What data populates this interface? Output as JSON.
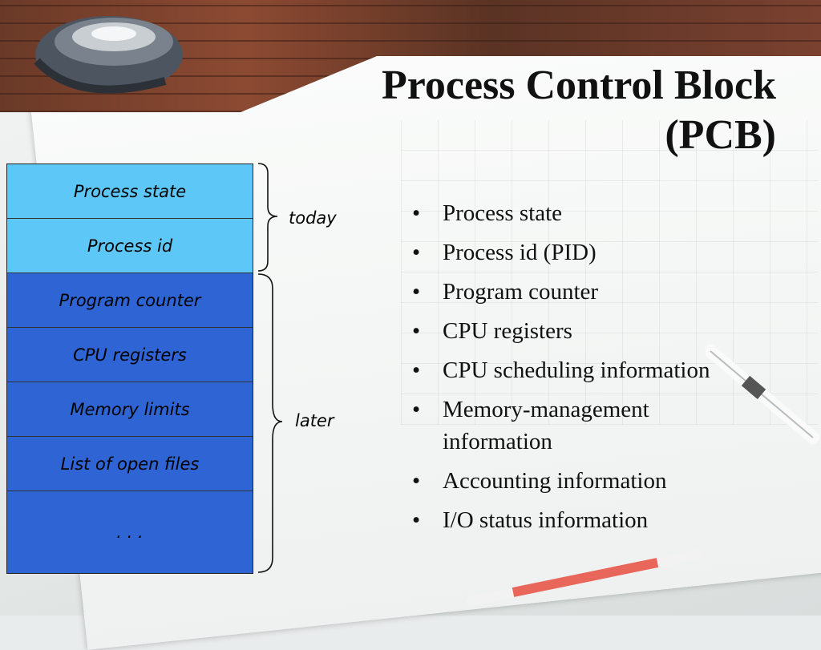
{
  "slide": {
    "title_line1": "Process Control Block",
    "title_line2": "(PCB)"
  },
  "pcb_table": {
    "rows": [
      {
        "label": "Process state",
        "group": "today"
      },
      {
        "label": "Process id",
        "group": "today"
      },
      {
        "label": "Program counter",
        "group": "later"
      },
      {
        "label": "CPU registers",
        "group": "later"
      },
      {
        "label": "Memory limits",
        "group": "later"
      },
      {
        "label": "List of open files",
        "group": "later"
      },
      {
        "label": ". . .",
        "group": "later"
      }
    ],
    "colors": {
      "today": "#5dc8f8",
      "later": "#2f64d4"
    }
  },
  "braces": {
    "today_label": "today",
    "later_label": "later"
  },
  "bullets": [
    "Process state",
    "Process id (PID)",
    "Program counter",
    "CPU registers",
    "CPU scheduling information",
    "Memory-management information",
    "Accounting information",
    "I/O status information"
  ],
  "decor_icons": [
    "desk-lamp-icon",
    "pen-icon",
    "pencil-icon"
  ]
}
